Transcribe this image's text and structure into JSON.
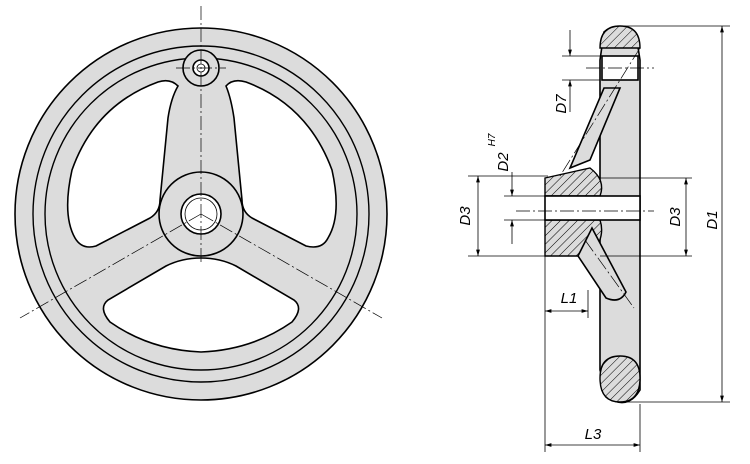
{
  "labels": {
    "d7": "D7",
    "d2": "D2",
    "d2_tol": "H7",
    "d3_left": "D3",
    "d3_right": "D3",
    "d1": "D1",
    "l1": "L1",
    "l3": "L3"
  }
}
